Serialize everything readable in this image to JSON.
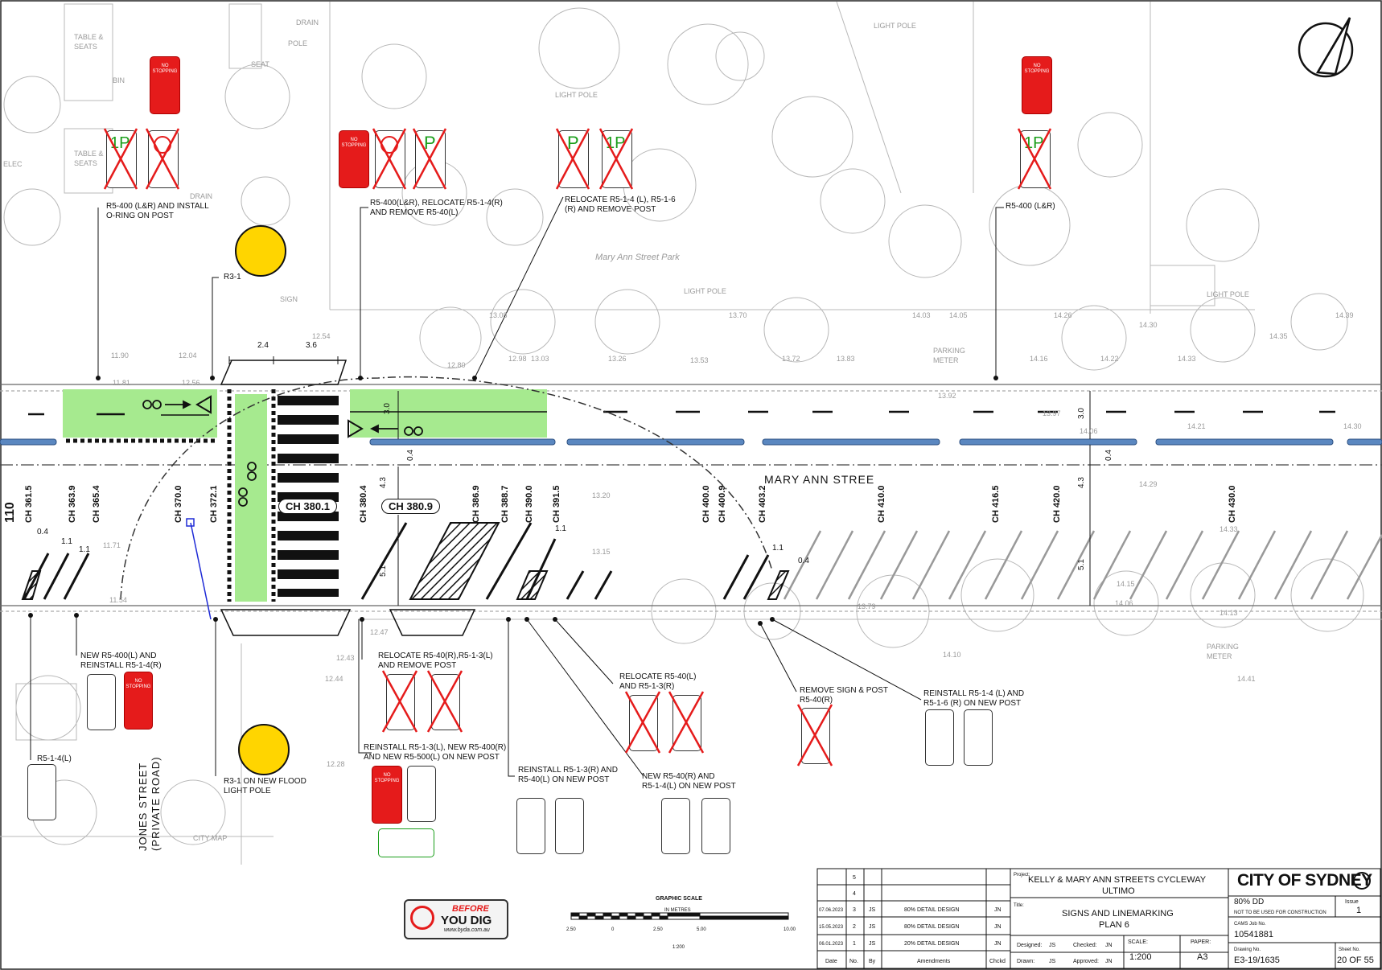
{
  "drawing": {
    "park_name": "Mary Ann Street Park",
    "street_name": "MARY ANN STREE",
    "jones_street": [
      "JONES STREET",
      "(PRIVATE ROAD)"
    ],
    "chainage_boxes": [
      "CH 380.1",
      "CH 380.9"
    ],
    "chainages": [
      "CH 361.5",
      "CH 363.9",
      "CH 365.4",
      "CH 370.0",
      "CH 372.1",
      "CH 380.4",
      "CH 386.9",
      "CH 388.7",
      "CH 390.0",
      "CH 391.5",
      "CH 400.0",
      "CH 400.9",
      "CH 403.2",
      "CH 410.0",
      "CH 416.5",
      "CH 420.0",
      "CH 430.0"
    ],
    "edge_chainage": "110",
    "dimensions": [
      "2.4",
      "3.6",
      "3.0",
      "0.4",
      "4.3",
      "5.1",
      "3.0",
      "0.4",
      "4.3",
      "5.1",
      "0.4",
      "1.1",
      "1.1",
      "0.4",
      "1.1",
      "1.1"
    ],
    "callouts": {
      "c1": "R5-400 (L&R) AND INSTALL\nO-RING ON POST",
      "c2": "R5-400(L&R), RELOCATE R5-1-4(R)\nAND REMOVE R5-40(L)",
      "c3": "RELOCATE R5-1-4 (L), R5-1-6\n(R) AND REMOVE POST",
      "c4": "R5-400 (L&R)",
      "c5": "R3-1",
      "c6": "NEW R5-400(L) AND\nREINSTALL R5-1-4(R)",
      "c7": "RELOCATE R5-40(R),R5-1-3(L)\nAND REMOVE POST",
      "c8": "RELOCATE R5-40(L)\nAND R5-1-3(R)",
      "c9": "REMOVE SIGN & POST\nR5-40(R)",
      "c10": "REINSTALL R5-1-4 (L) AND\nR5-1-6 (R) ON NEW POST",
      "c11": "R5-1-4(L)",
      "c12": "R3-1 ON NEW FLOOD\nLIGHT POLE",
      "c13": "REINSTALL R5-1-3(L), NEW R5-400(R)\nAND NEW R5-500(L) ON NEW POST",
      "c14": "REINSTALL R5-1-3(R) AND\nR5-40(L) ON NEW POST",
      "c15": "NEW R5-40(R) AND\nR5-1-4(L) ON NEW POST"
    },
    "survey_labels": [
      "TABLE & SEATS",
      "TABLE & SEATS",
      "SEAT",
      "DRAIN",
      "POLE",
      "BIN",
      "LIGHT POLE",
      "LIGHT POLE",
      "LIGHT POLE",
      "LIGHT POLE",
      "DRAIN",
      "ELEC",
      "PARKING METER",
      "PARKING METER",
      "CITY MAP",
      "SIGN"
    ],
    "levels": [
      "11.90",
      "12.04",
      "12.54",
      "12.80",
      "12.98",
      "13.03",
      "13.08",
      "13.20",
      "13.26",
      "13.53",
      "13.70",
      "13.72",
      "13.83",
      "14.03",
      "14.05",
      "14.16",
      "14.22",
      "14.26",
      "14.30",
      "14.33",
      "14.35",
      "14.39",
      "11.81",
      "12.56",
      "13.92",
      "13.97",
      "14.06",
      "14.21",
      "14.29",
      "14.30",
      "11.71",
      "11.54",
      "12.47",
      "12.43",
      "12.44",
      "12.28",
      "13.15",
      "13.79",
      "14.06",
      "14.10",
      "14.13",
      "14.15",
      "14.41",
      "14.33"
    ],
    "sign_text": {
      "no_stopping": "NO STOPPING",
      "one_p": "1P",
      "p": "P"
    }
  },
  "graphic_scale": {
    "title": "GRAPHIC SCALE",
    "units": "IN METRES",
    "ticks": [
      "2.50",
      "0",
      "2.50",
      "5.00",
      "10.00"
    ],
    "ratio": "1:200"
  },
  "byda": {
    "line1": "BEFORE",
    "line2": "YOU DIG",
    "url": "www.byda.com.au"
  },
  "title_block": {
    "amendments": [
      {
        "date": "",
        "no": "5",
        "by": "",
        "text": "",
        "chkd": ""
      },
      {
        "date": "",
        "no": "4",
        "by": "",
        "text": "",
        "chkd": ""
      },
      {
        "date": "07.06.2023",
        "no": "3",
        "by": "JS",
        "text": "80% DETAIL DESIGN",
        "chkd": "JN"
      },
      {
        "date": "15.05.2023",
        "no": "2",
        "by": "JS",
        "text": "80% DETAIL DESIGN",
        "chkd": "JN"
      },
      {
        "date": "06.01.2023",
        "no": "1",
        "by": "JS",
        "text": "20% DETAIL DESIGN",
        "chkd": "JN"
      }
    ],
    "headers": {
      "date": "Date",
      "no": "No.",
      "by": "By",
      "amendments": "Amendments",
      "chkd": "Chckd"
    },
    "project_label": "Project:",
    "project": [
      "KELLY & MARY ANN STREETS CYCLEWAY",
      "ULTIMO"
    ],
    "title_label": "Title:",
    "title": [
      "SIGNS AND LINEMARKING",
      "PLAN 6"
    ],
    "designed_label": "Designed:",
    "designed": "JS",
    "checked_label": "Checked:",
    "checked": "JN",
    "drawn_label": "Drawn:",
    "drawn": "JS",
    "approved_label": "Approved:",
    "approved": "JN",
    "scale_label": "SCALE:",
    "scale": "1:200",
    "paper_label": "PAPER:",
    "paper": "A3",
    "client": "CITY OF SYDNEY",
    "status": "80% DD",
    "status_note": "NOT TO BE USED FOR CONSTRUCTION",
    "issue_label": "Issue",
    "issue": "1",
    "cams_label": "CAMS Job No.",
    "cams": "10541881",
    "drawing_no_label": "Drawing No.",
    "drawing_no": "E3-19/1635",
    "sheet_label": "Sheet No.",
    "sheet": "20 OF 55"
  }
}
